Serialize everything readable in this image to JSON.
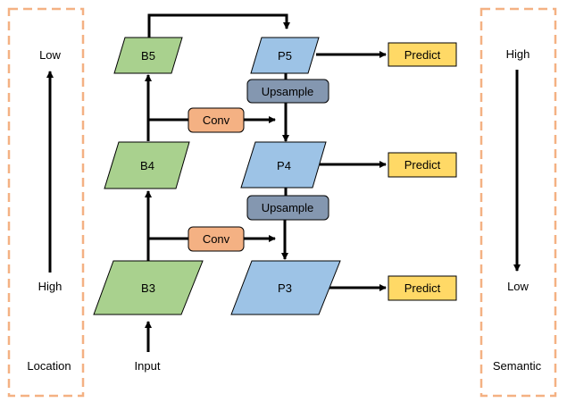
{
  "left_panel": {
    "top_label": "Low",
    "bottom_label": "High",
    "caption": "Location"
  },
  "right_panel": {
    "top_label": "High",
    "bottom_label": "Low",
    "caption": "Semantic"
  },
  "backbone": {
    "b5": "B5",
    "b4": "B4",
    "b3": "B3",
    "input": "Input"
  },
  "pyramid": {
    "p5": "P5",
    "p4": "P4",
    "p3": "P3"
  },
  "ops": {
    "upsample_1": "Upsample",
    "upsample_2": "Upsample",
    "conv_1": "Conv",
    "conv_2": "Conv"
  },
  "outputs": {
    "predict_1": "Predict",
    "predict_2": "Predict",
    "predict_3": "Predict"
  },
  "colors": {
    "backbone_fill": "#a9d18e",
    "pyramid_fill": "#9dc3e6",
    "upsample_fill": "#8497b0",
    "conv_fill": "#f4b183",
    "predict_fill": "#ffd966",
    "panel_border": "#f4b183"
  }
}
